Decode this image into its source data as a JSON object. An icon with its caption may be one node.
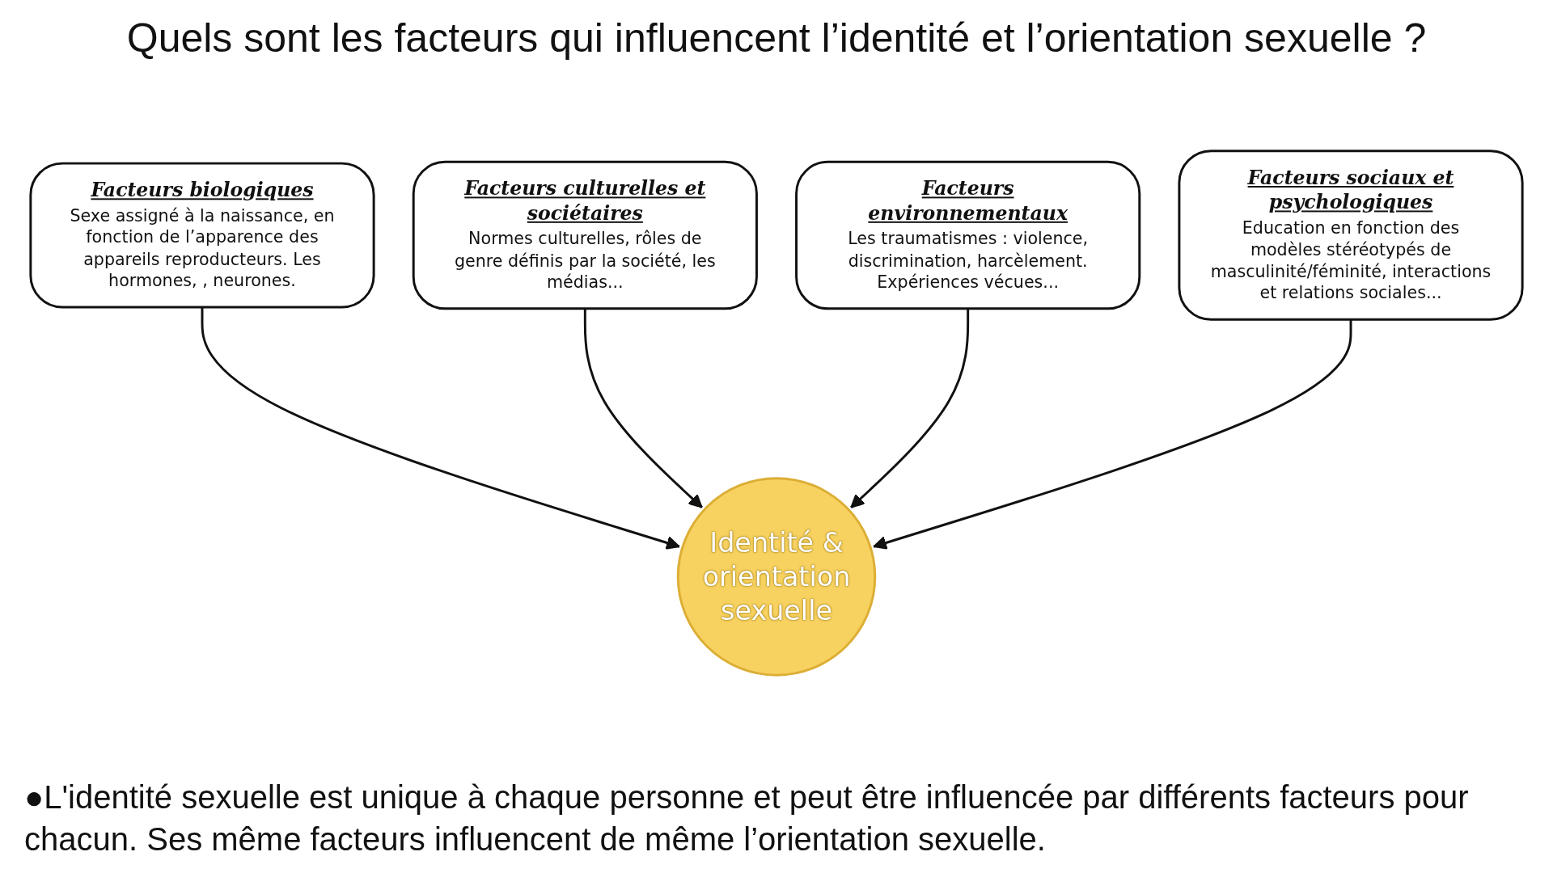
{
  "diagram": {
    "title": "Quels sont les facteurs qui influencent l’identité et l’orientation sexuelle ?",
    "nodes": [
      {
        "text": [
          "Facteurs biologiques",
          "Sexe assigné à la naissance, en fonction de l’apparence des appareils reproducteurs. Les hormones, , neurones."
        ]
      },
      {
        "text": [
          "Facteurs culturelles et sociétaires",
          "Normes culturelles, rôles de genre définis par la société, les médias..."
        ]
      },
      {
        "text": [
          "Identité & orientation sexuelle"
        ]
      },
      {
        "text": [
          "Facteurs environnementaux",
          "Les traumatismes : violence, discrimination, harcèlement. Expériences vécues..."
        ]
      },
      {
        "text": [
          "Facteurs sociaux et psychologiques",
          "Education en fonction des modèles stéréotypés de masculinité/féminité, interactions et relations sociales..."
        ]
      }
    ],
    "edges": [
      {
        "from": 0,
        "to": 2,
        "arrow": "to"
      },
      {
        "from": 1,
        "to": 2,
        "arrow": "to"
      },
      {
        "from": 3,
        "to": 2,
        "arrow": "to"
      },
      {
        "from": 4,
        "to": 2,
        "arrow": "to"
      }
    ],
    "caption": "●L'identité sexuelle est unique à chaque personne et peut être influencée par différents facteurs pour chacun. Ses même facteurs influencent de même l’orientation sexuelle."
  }
}
